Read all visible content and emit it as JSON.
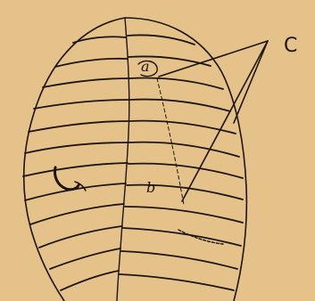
{
  "figure": {
    "labels": {
      "a": "a",
      "b": "b",
      "c": "C"
    },
    "colors": {
      "paper": "#e8c68e",
      "ink": "#1c150d"
    }
  }
}
